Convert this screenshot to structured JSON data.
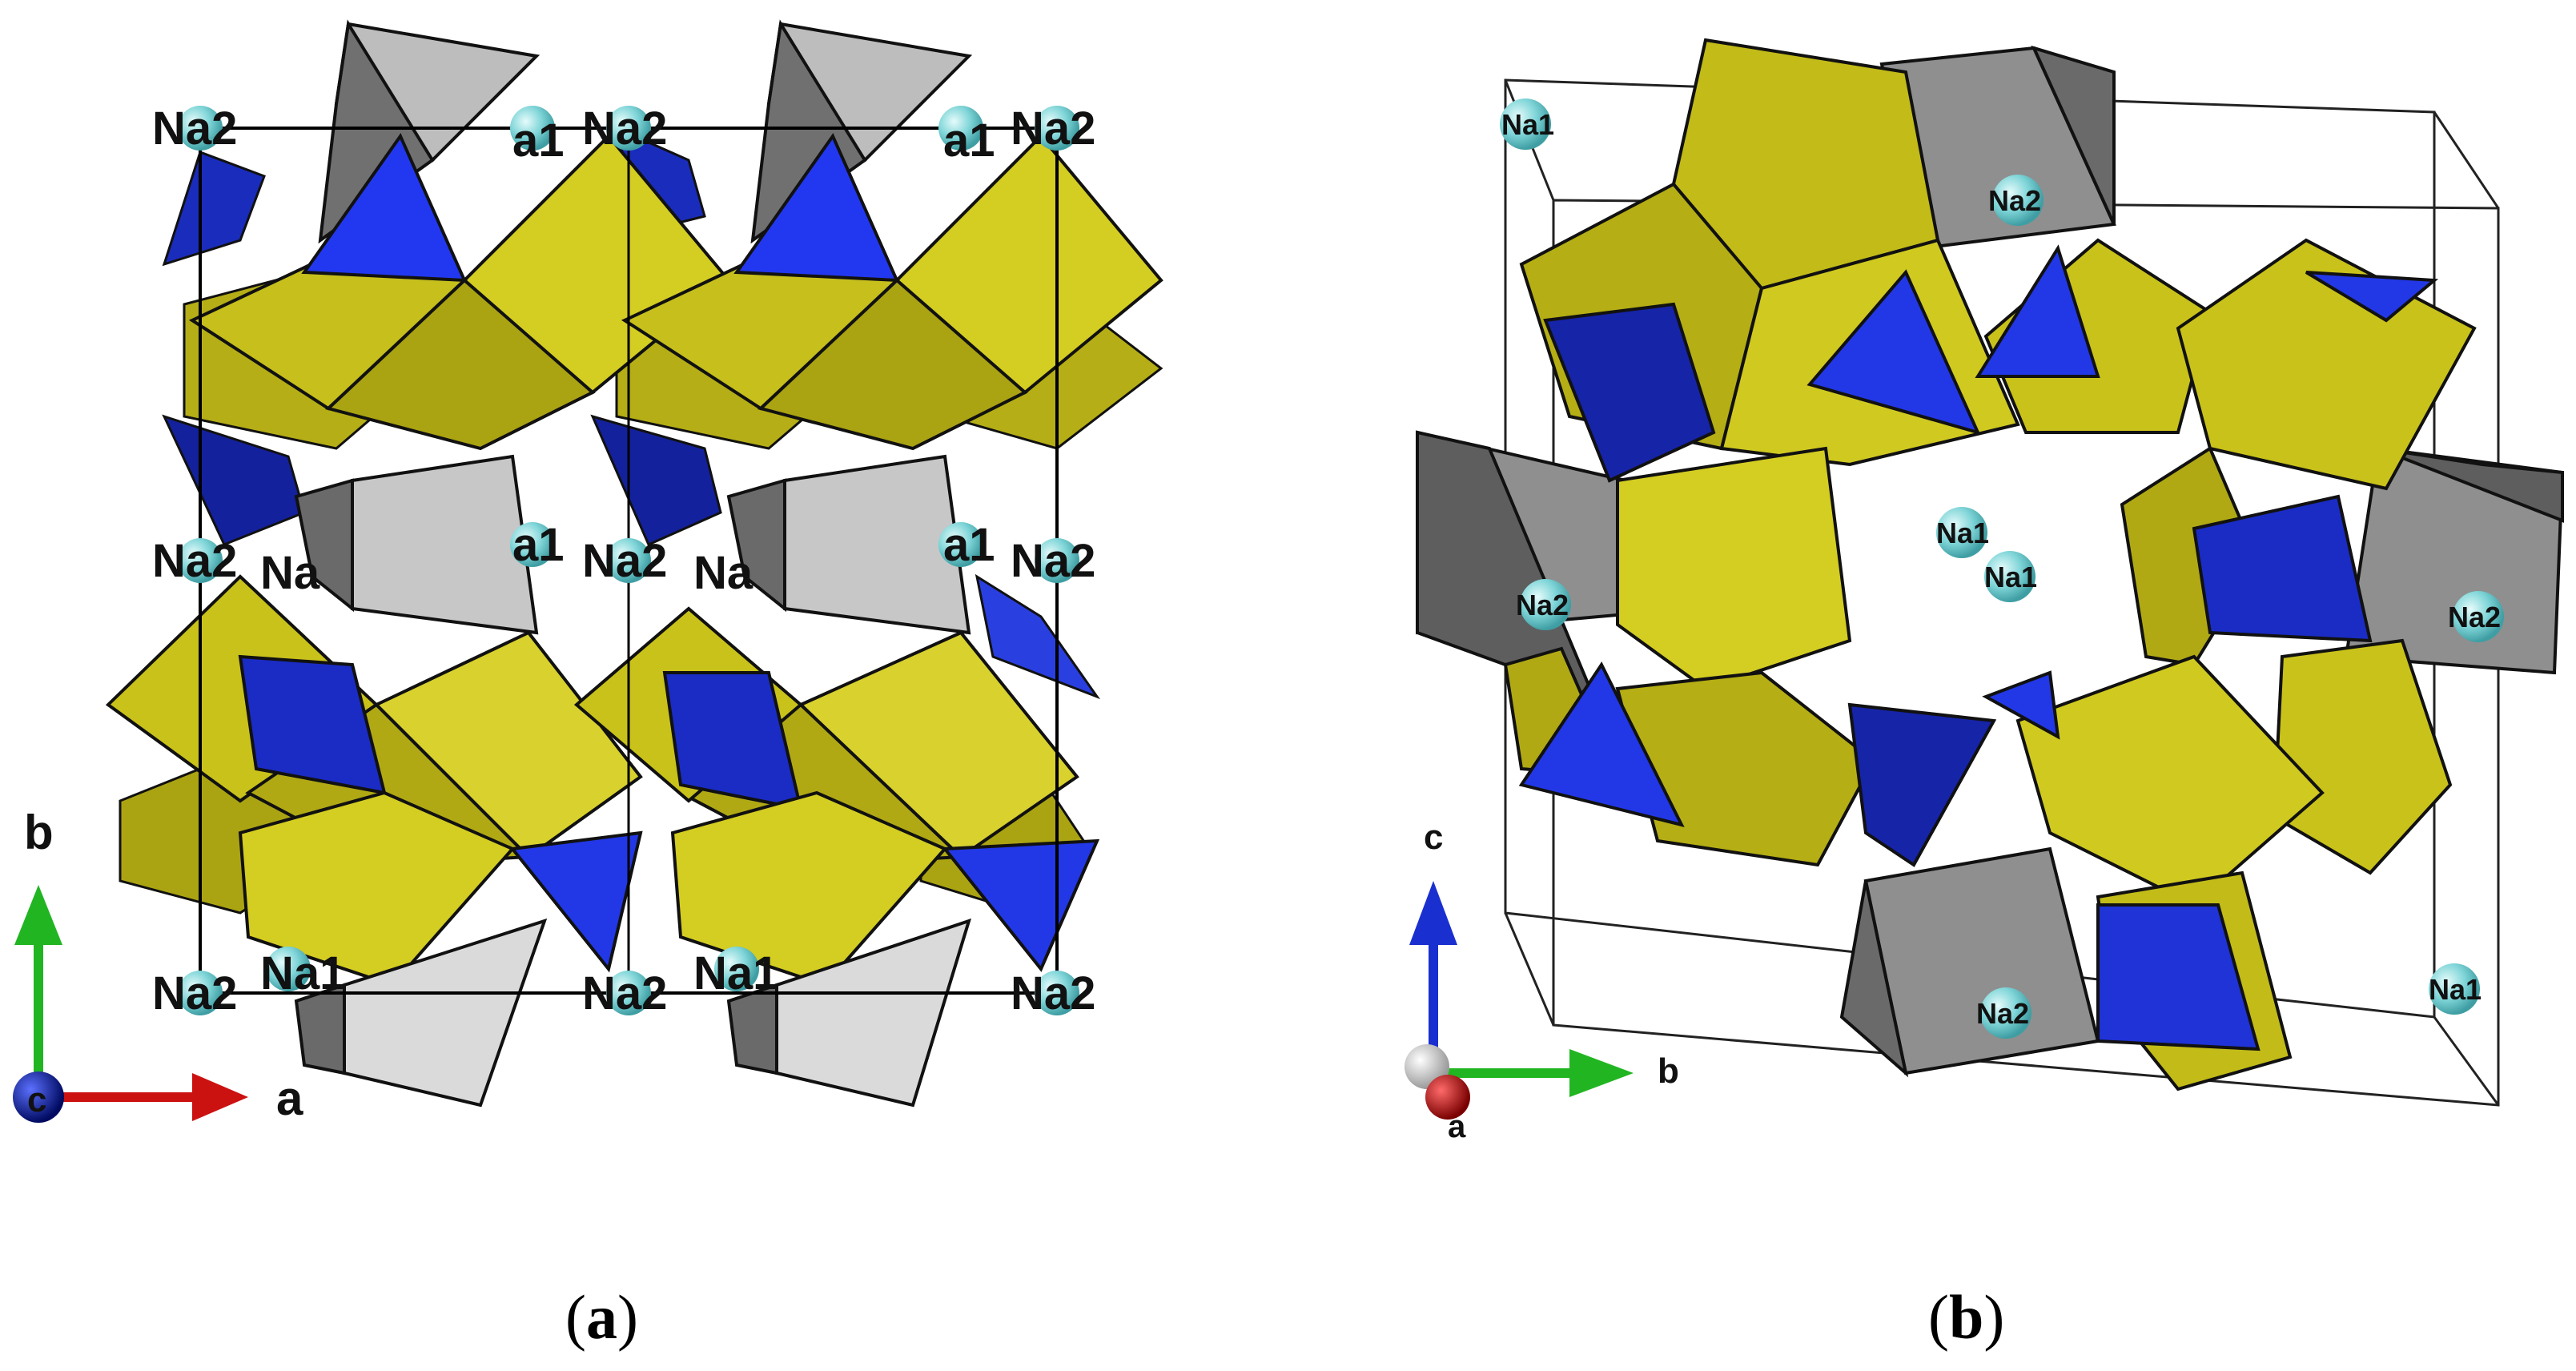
{
  "colors": {
    "yellow": "#c9c21a",
    "yellow_light": "#d8d12e",
    "yellow_dark": "#a29d12",
    "blue": "#1f33d6",
    "blue_light": "#3347ee",
    "blue_dark": "#16249e",
    "gray_light": "#c4c4c4",
    "gray": "#8a8a8a",
    "gray_dark": "#5c5c5c",
    "atom": "#7fd5d8",
    "axis_a": "#cc1111",
    "axis_b": "#22b522",
    "axis_c": "#1a2fd0"
  },
  "panel_a": {
    "caption_letter": "a",
    "axes": {
      "vertical": "b",
      "horizontal": "a",
      "origin": "c"
    },
    "atom_labels": [
      "Na2",
      "a1",
      "Na2",
      "a1",
      "Na2",
      "Na2",
      "Na",
      "a1",
      "Na2",
      "Na",
      "a1",
      "Na2",
      "Na2",
      "Na1",
      "Na2",
      "Na1",
      "Na2"
    ]
  },
  "panel_b": {
    "caption_letter": "b",
    "axes": {
      "vertical": "c",
      "horizontal": "b",
      "origin": "a"
    },
    "atom_labels": [
      "Na1",
      "Na2",
      "Na1",
      "Na1",
      "Na2",
      "Na2",
      "Na2",
      "Na1"
    ]
  }
}
